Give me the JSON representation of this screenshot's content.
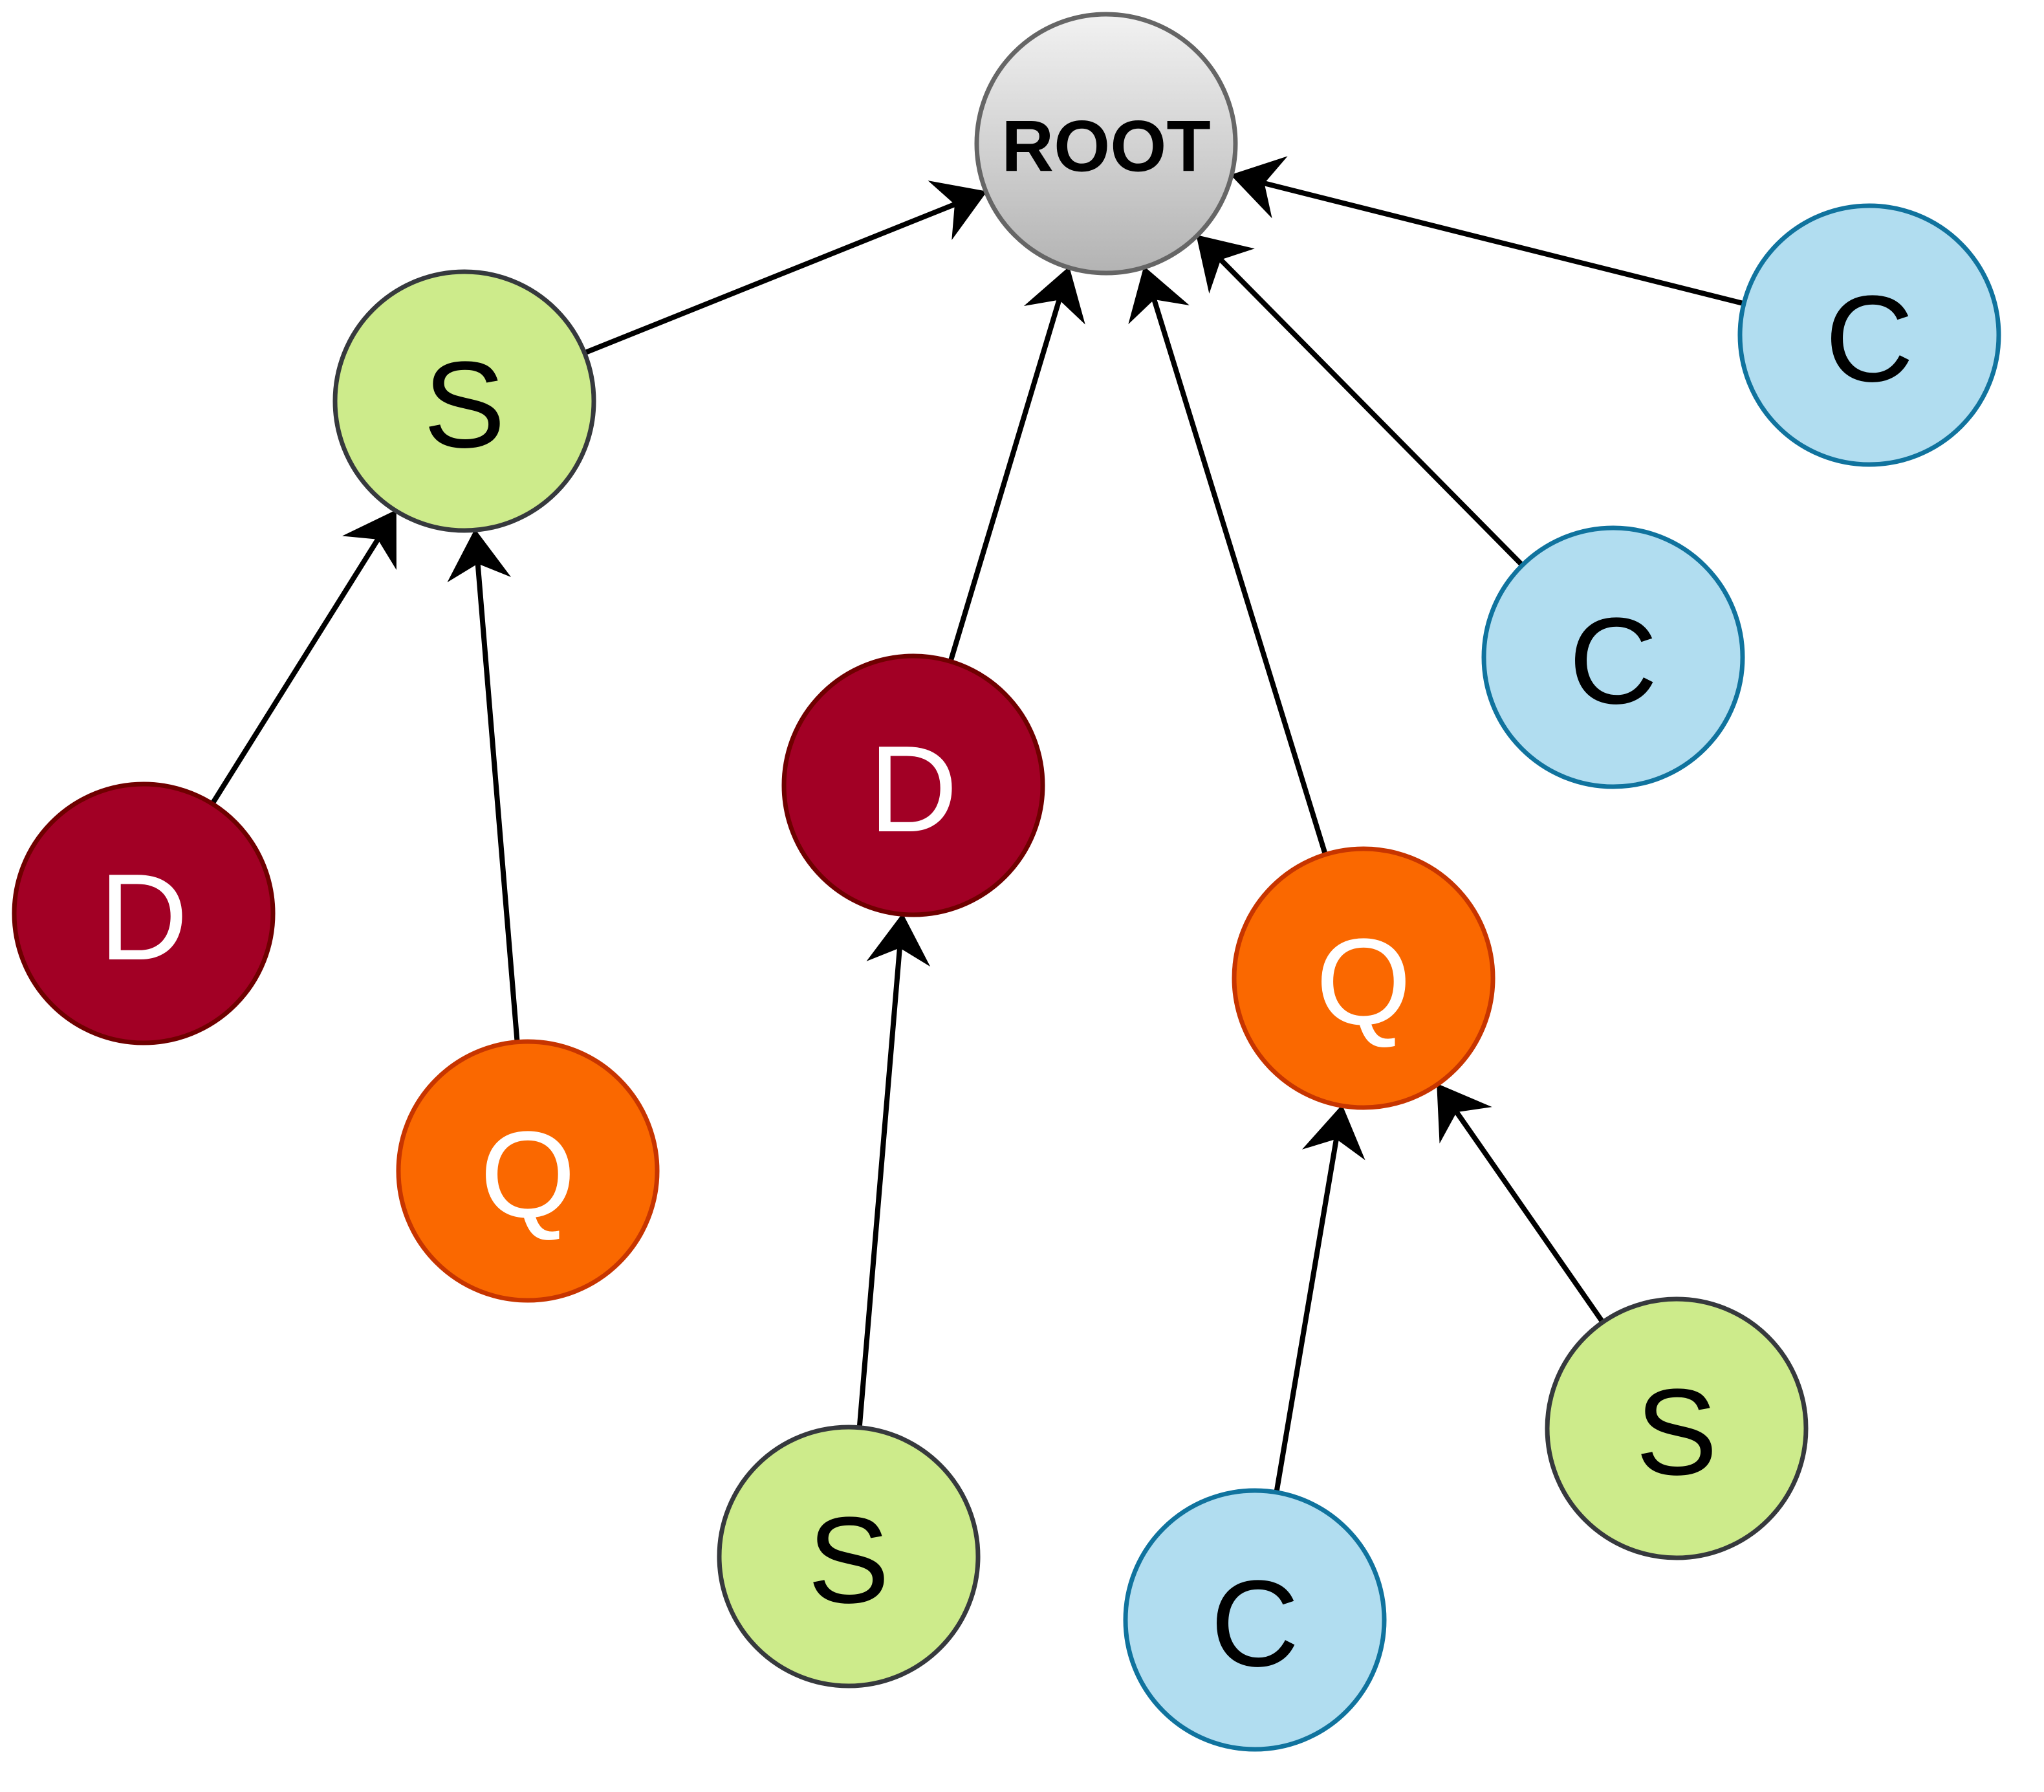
{
  "diagram": {
    "type": "tree",
    "colors": {
      "root_fill_top": "#f2f2f2",
      "root_fill_bottom": "#b3b3b3",
      "root_stroke": "#666666",
      "s_fill": "#cdeb8b",
      "s_stroke": "#36393d",
      "d_fill": "#a20025",
      "d_stroke": "#6f0000",
      "q_fill": "#fa6800",
      "q_stroke": "#c73500",
      "c_fill": "#b1ddf0",
      "c_stroke": "#10739e",
      "edge": "#000000"
    },
    "nodes": [
      {
        "id": "root",
        "label": "ROOT",
        "kind": "root"
      },
      {
        "id": "s1",
        "label": "S",
        "kind": "s"
      },
      {
        "id": "d1",
        "label": "D",
        "kind": "d"
      },
      {
        "id": "q1",
        "label": "Q",
        "kind": "q"
      },
      {
        "id": "d2",
        "label": "D",
        "kind": "d"
      },
      {
        "id": "s2",
        "label": "S",
        "kind": "s"
      },
      {
        "id": "q2",
        "label": "Q",
        "kind": "q"
      },
      {
        "id": "c1",
        "label": "C",
        "kind": "c"
      },
      {
        "id": "s3",
        "label": "S",
        "kind": "s"
      },
      {
        "id": "c2",
        "label": "C",
        "kind": "c"
      },
      {
        "id": "c3",
        "label": "C",
        "kind": "c"
      }
    ],
    "edges": [
      {
        "from": "s1",
        "to": "root"
      },
      {
        "from": "d1",
        "to": "s1"
      },
      {
        "from": "q1",
        "to": "s1"
      },
      {
        "from": "d2",
        "to": "root"
      },
      {
        "from": "s2",
        "to": "d2"
      },
      {
        "from": "q2",
        "to": "root"
      },
      {
        "from": "c1",
        "to": "q2"
      },
      {
        "from": "s3",
        "to": "q2"
      },
      {
        "from": "c2",
        "to": "root"
      },
      {
        "from": "c3",
        "to": "root"
      }
    ]
  }
}
